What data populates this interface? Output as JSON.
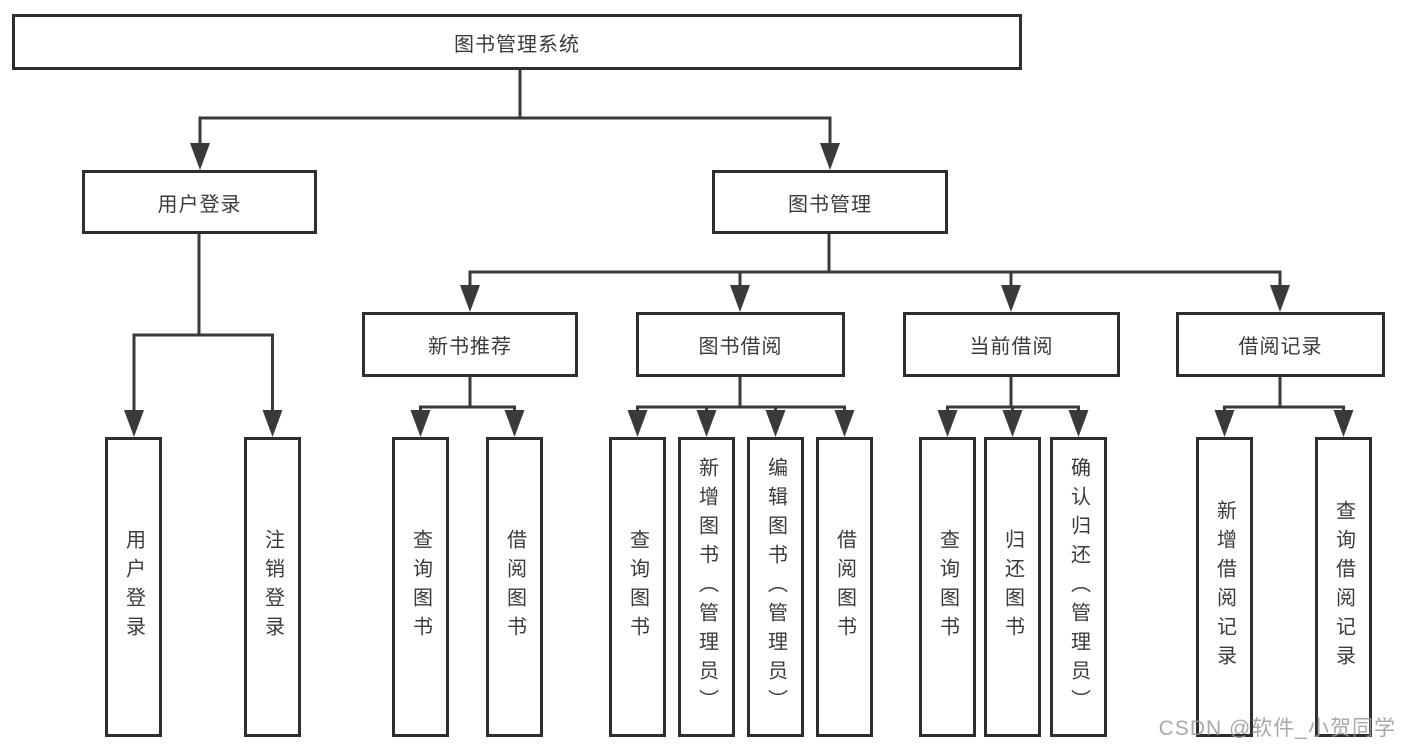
{
  "diagram": {
    "root": {
      "label": "图书管理系统"
    },
    "branches": [
      {
        "label": "用户登录",
        "children": [
          {
            "label": "用户登录"
          },
          {
            "label": "注销登录"
          }
        ]
      },
      {
        "label": "图书管理",
        "children": [
          {
            "label": "新书推荐",
            "children": [
              {
                "label": "查询图书"
              },
              {
                "label": "借阅图书"
              }
            ]
          },
          {
            "label": "图书借阅",
            "children": [
              {
                "label": "查询图书"
              },
              {
                "label": "新增图书（管理员）"
              },
              {
                "label": "编辑图书（管理员）"
              },
              {
                "label": "借阅图书"
              }
            ]
          },
          {
            "label": "当前借阅",
            "children": [
              {
                "label": "查询图书"
              },
              {
                "label": "归还图书"
              },
              {
                "label": "确认归还（管理员）"
              }
            ]
          },
          {
            "label": "借阅记录",
            "children": [
              {
                "label": "新增借阅记录"
              },
              {
                "label": "查询借阅记录"
              }
            ]
          }
        ]
      }
    ],
    "watermark": "CSDN @软件_小贺同学",
    "colors": {
      "line": "#3a3a3a",
      "box_border": "#2e2e2e",
      "box_bg": "#ffffff",
      "text": "#3b3b3b",
      "watermark": "#9b9b9b"
    }
  }
}
